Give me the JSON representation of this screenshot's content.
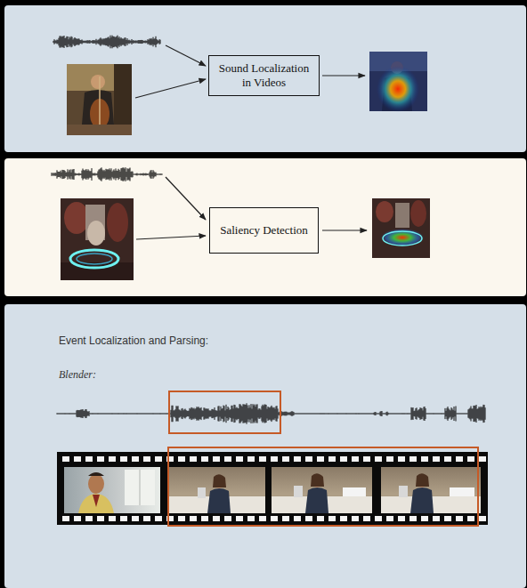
{
  "diagram": {
    "nodes": [
      {
        "text": [
          "Sound Localization in Videos"
        ]
      },
      {
        "text": [
          "Saliency Detection"
        ]
      },
      {
        "text": [
          "Event Localization and Parsing:",
          "Blender:"
        ]
      }
    ]
  }
}
